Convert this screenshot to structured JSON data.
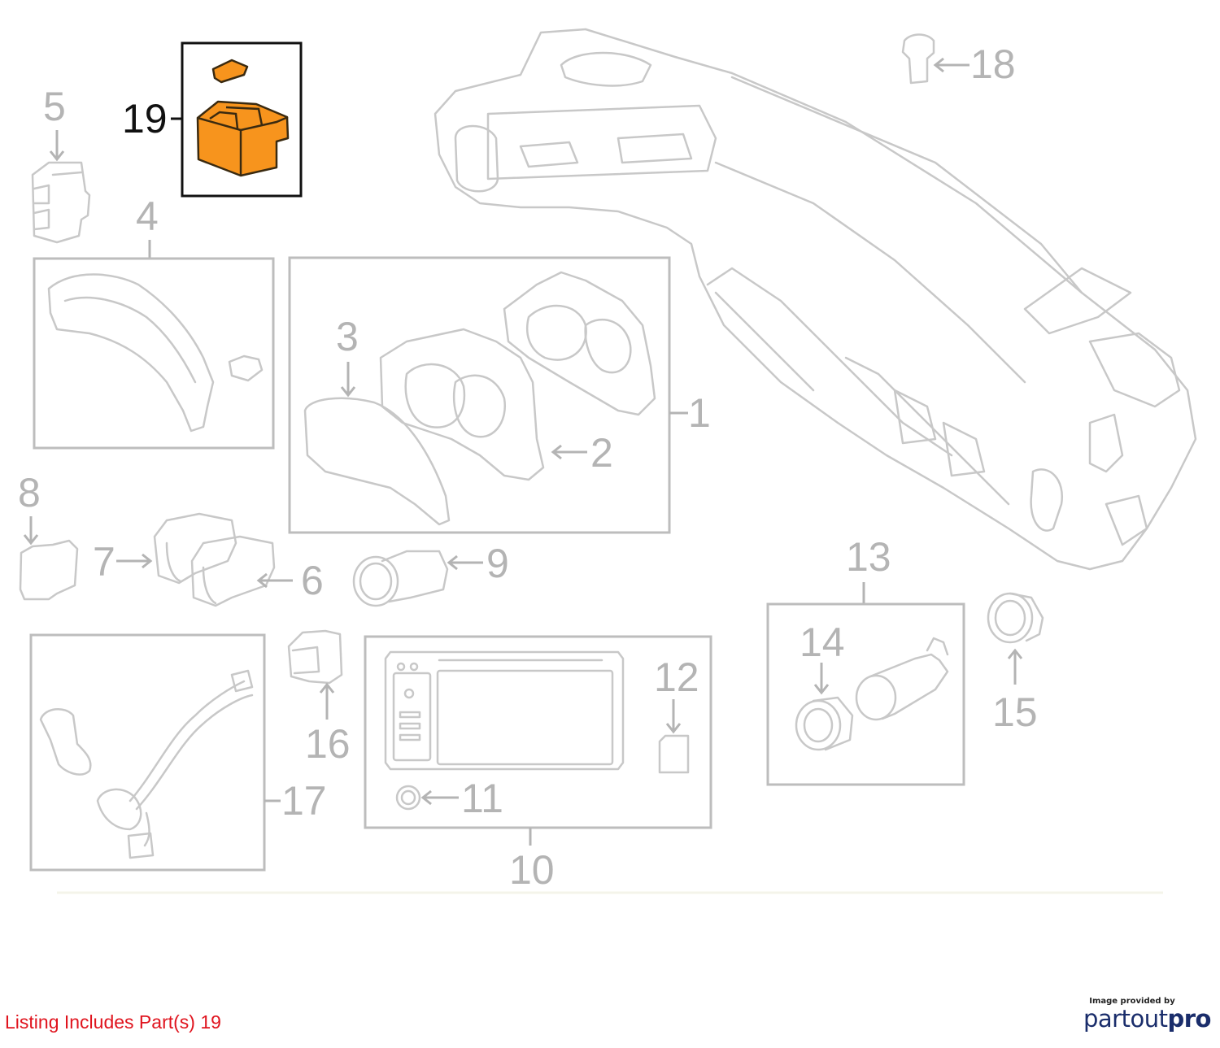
{
  "diagram": {
    "highlighted_part": "19",
    "callouts": [
      {
        "id": "1",
        "label": "1"
      },
      {
        "id": "2",
        "label": "2"
      },
      {
        "id": "3",
        "label": "3"
      },
      {
        "id": "4",
        "label": "4"
      },
      {
        "id": "5",
        "label": "5"
      },
      {
        "id": "6",
        "label": "6"
      },
      {
        "id": "7",
        "label": "7"
      },
      {
        "id": "8",
        "label": "8"
      },
      {
        "id": "9",
        "label": "9"
      },
      {
        "id": "10",
        "label": "10"
      },
      {
        "id": "11",
        "label": "11"
      },
      {
        "id": "12",
        "label": "12"
      },
      {
        "id": "13",
        "label": "13"
      },
      {
        "id": "14",
        "label": "14"
      },
      {
        "id": "15",
        "label": "15"
      },
      {
        "id": "16",
        "label": "16"
      },
      {
        "id": "17",
        "label": "17"
      },
      {
        "id": "18",
        "label": "18"
      },
      {
        "id": "19",
        "label": "19"
      }
    ],
    "colors": {
      "highlight_fill": "#f7941d",
      "outline_gray": "#c8c8c8",
      "label_gray": "#b4b4b4",
      "highlight_outline": "#111111"
    }
  },
  "footer": {
    "listing_note": "Listing Includes Part(s) 19",
    "listing_note_color": "#e0141e",
    "logo_caption": "Image provided by",
    "logo_word_light": "partout",
    "logo_word_bold": "pro",
    "logo_color": "#1a2d6b"
  }
}
